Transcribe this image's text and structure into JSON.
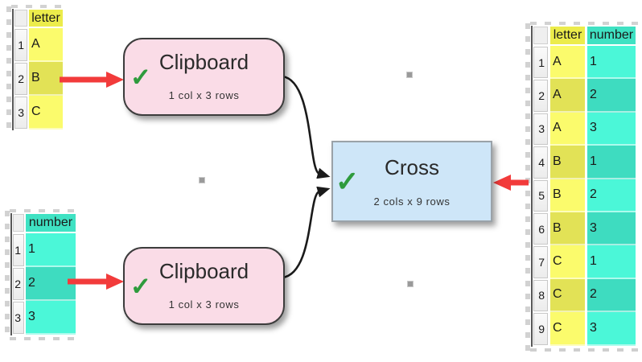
{
  "icons": {
    "check": "✓"
  },
  "colors": {
    "canvas_bg": "#FFFFFF",
    "yellow_header": "#ECEC4B",
    "yellow_cell": "#FBFB6C",
    "yellow_cell_alt": "#E2E256",
    "teal_header": "#3FE2C3",
    "teal_cell": "#4BF7D8",
    "teal_cell_alt": "#3EDCC0",
    "pink_fill": "#FADCE7",
    "pink_border": "#3C3C3C",
    "blue_fill": "#CEE6F8",
    "blue_border": "#9AA2A8",
    "red_arrow": "#F23B3B",
    "check_green": "#2E9B3D",
    "connector": "#1A1A1A",
    "dot": "#9A9A9A"
  },
  "tables": {
    "letter_source": {
      "headers": [
        "letter"
      ],
      "row_numbers": [
        "1",
        "2",
        "3"
      ],
      "rows": [
        [
          "A"
        ],
        [
          "B"
        ],
        [
          "C"
        ]
      ]
    },
    "number_source": {
      "headers": [
        "number"
      ],
      "row_numbers": [
        "1",
        "2",
        "3"
      ],
      "rows": [
        [
          "1"
        ],
        [
          "2"
        ],
        [
          "3"
        ]
      ]
    },
    "result": {
      "headers": [
        "letter",
        "number"
      ],
      "row_numbers": [
        "1",
        "2",
        "3",
        "4",
        "5",
        "6",
        "7",
        "8",
        "9"
      ],
      "rows": [
        [
          "A",
          "1"
        ],
        [
          "A",
          "2"
        ],
        [
          "A",
          "3"
        ],
        [
          "B",
          "1"
        ],
        [
          "B",
          "2"
        ],
        [
          "B",
          "3"
        ],
        [
          "C",
          "1"
        ],
        [
          "C",
          "2"
        ],
        [
          "C",
          "3"
        ]
      ]
    }
  },
  "nodes": {
    "clipboard_top": {
      "title": "Clipboard",
      "subtitle": "1 col x 3 rows"
    },
    "clipboard_bottom": {
      "title": "Clipboard",
      "subtitle": "1 col x 3 rows"
    },
    "cross": {
      "title": "Cross",
      "subtitle": "2 cols x 9 rows"
    }
  }
}
